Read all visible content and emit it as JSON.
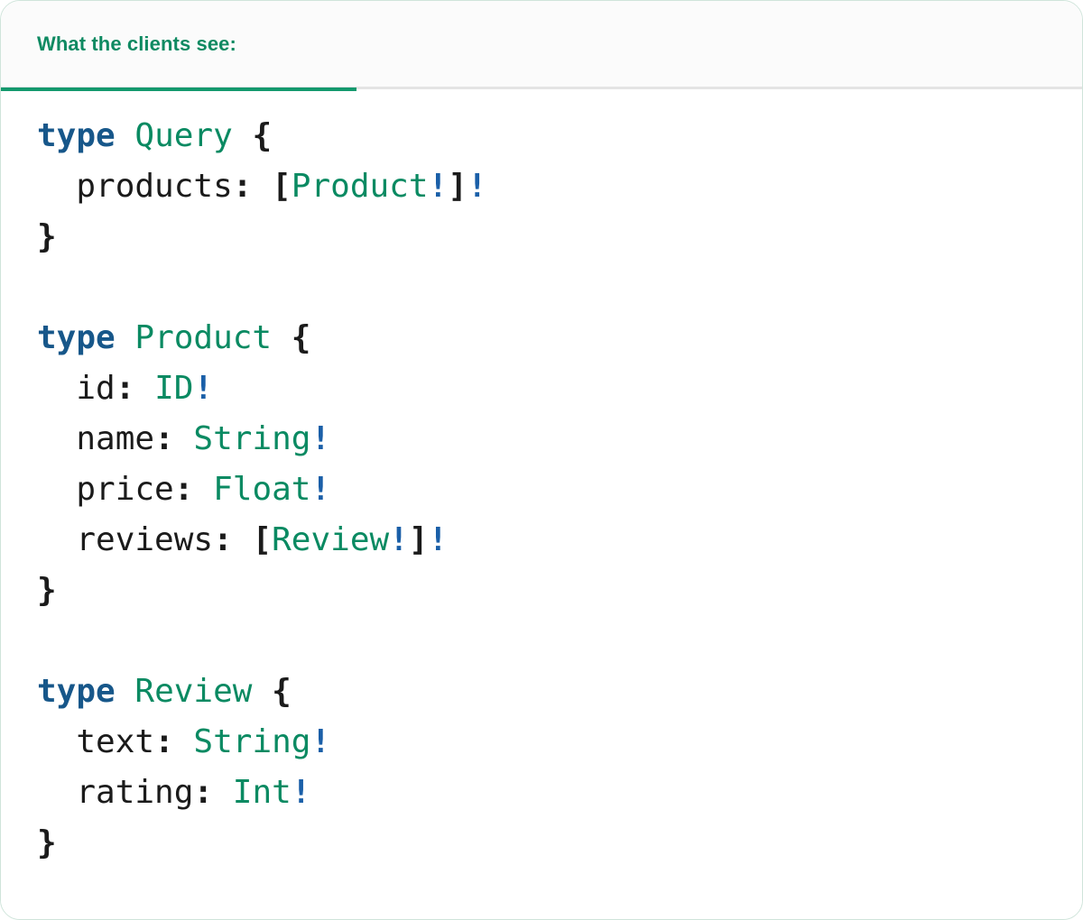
{
  "panel": {
    "border_color": "#cfe4da",
    "background": "#ffffff"
  },
  "header": {
    "tab_label": "What the clients see:",
    "tab_active": true,
    "accent_color": "#13996d",
    "text_color": "#0f8a62",
    "background": "#fbfbfb",
    "divider_color": "#e4e4e4"
  },
  "editor": {
    "language": "graphql",
    "colors": {
      "keyword": "#17578a",
      "type_name": "#0a8a62",
      "field_name": "#1b1b1b",
      "punctuation": "#1b1b1b",
      "non_null_bang": "#1a5fa8",
      "background": "#ffffff"
    },
    "raw_text": "type Query {\n  products: [Product!]!\n}\n\ntype Product {\n  id: ID!\n  name: String!\n  price: Float!\n  reviews: [Review!]!\n}\n\ntype Review {\n  text: String!\n  rating: Int!\n}",
    "lines": [
      {
        "index": 1,
        "tokens": [
          {
            "text": "type",
            "kind": "keyword"
          },
          {
            "text": " ",
            "kind": "plain"
          },
          {
            "text": "Query",
            "kind": "type_name"
          },
          {
            "text": " ",
            "kind": "plain"
          },
          {
            "text": "{",
            "kind": "punctuation"
          }
        ]
      },
      {
        "index": 2,
        "tokens": [
          {
            "text": "  ",
            "kind": "plain"
          },
          {
            "text": "products",
            "kind": "field_name"
          },
          {
            "text": ": ",
            "kind": "punctuation"
          },
          {
            "text": "[",
            "kind": "punctuation"
          },
          {
            "text": "Product",
            "kind": "type_name"
          },
          {
            "text": "!",
            "kind": "non_null_bang"
          },
          {
            "text": "]",
            "kind": "punctuation"
          },
          {
            "text": "!",
            "kind": "non_null_bang"
          }
        ]
      },
      {
        "index": 3,
        "tokens": [
          {
            "text": "}",
            "kind": "punctuation"
          }
        ]
      },
      {
        "index": 4,
        "tokens": []
      },
      {
        "index": 5,
        "tokens": [
          {
            "text": "type",
            "kind": "keyword"
          },
          {
            "text": " ",
            "kind": "plain"
          },
          {
            "text": "Product",
            "kind": "type_name"
          },
          {
            "text": " ",
            "kind": "plain"
          },
          {
            "text": "{",
            "kind": "punctuation"
          }
        ]
      },
      {
        "index": 6,
        "tokens": [
          {
            "text": "  ",
            "kind": "plain"
          },
          {
            "text": "id",
            "kind": "field_name"
          },
          {
            "text": ": ",
            "kind": "punctuation"
          },
          {
            "text": "ID",
            "kind": "type_name"
          },
          {
            "text": "!",
            "kind": "non_null_bang"
          }
        ]
      },
      {
        "index": 7,
        "tokens": [
          {
            "text": "  ",
            "kind": "plain"
          },
          {
            "text": "name",
            "kind": "field_name"
          },
          {
            "text": ": ",
            "kind": "punctuation"
          },
          {
            "text": "String",
            "kind": "type_name"
          },
          {
            "text": "!",
            "kind": "non_null_bang"
          }
        ]
      },
      {
        "index": 8,
        "tokens": [
          {
            "text": "  ",
            "kind": "plain"
          },
          {
            "text": "price",
            "kind": "field_name"
          },
          {
            "text": ": ",
            "kind": "punctuation"
          },
          {
            "text": "Float",
            "kind": "type_name"
          },
          {
            "text": "!",
            "kind": "non_null_bang"
          }
        ]
      },
      {
        "index": 9,
        "tokens": [
          {
            "text": "  ",
            "kind": "plain"
          },
          {
            "text": "reviews",
            "kind": "field_name"
          },
          {
            "text": ": ",
            "kind": "punctuation"
          },
          {
            "text": "[",
            "kind": "punctuation"
          },
          {
            "text": "Review",
            "kind": "type_name"
          },
          {
            "text": "!",
            "kind": "non_null_bang"
          },
          {
            "text": "]",
            "kind": "punctuation"
          },
          {
            "text": "!",
            "kind": "non_null_bang"
          }
        ]
      },
      {
        "index": 10,
        "tokens": [
          {
            "text": "}",
            "kind": "punctuation"
          }
        ]
      },
      {
        "index": 11,
        "tokens": []
      },
      {
        "index": 12,
        "tokens": [
          {
            "text": "type",
            "kind": "keyword"
          },
          {
            "text": " ",
            "kind": "plain"
          },
          {
            "text": "Review",
            "kind": "type_name"
          },
          {
            "text": " ",
            "kind": "plain"
          },
          {
            "text": "{",
            "kind": "punctuation"
          }
        ]
      },
      {
        "index": 13,
        "tokens": [
          {
            "text": "  ",
            "kind": "plain"
          },
          {
            "text": "text",
            "kind": "field_name"
          },
          {
            "text": ": ",
            "kind": "punctuation"
          },
          {
            "text": "String",
            "kind": "type_name"
          },
          {
            "text": "!",
            "kind": "non_null_bang"
          }
        ]
      },
      {
        "index": 14,
        "tokens": [
          {
            "text": "  ",
            "kind": "plain"
          },
          {
            "text": "rating",
            "kind": "field_name"
          },
          {
            "text": ": ",
            "kind": "punctuation"
          },
          {
            "text": "Int",
            "kind": "type_name"
          },
          {
            "text": "!",
            "kind": "non_null_bang"
          }
        ]
      },
      {
        "index": 15,
        "tokens": [
          {
            "text": "}",
            "kind": "punctuation"
          }
        ]
      }
    ]
  }
}
